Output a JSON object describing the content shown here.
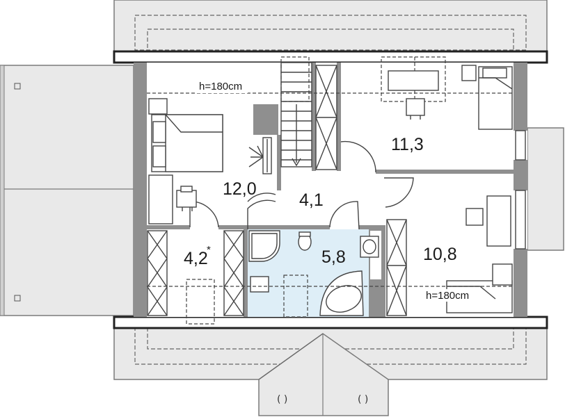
{
  "rooms": [
    {
      "id": "bedroom-left",
      "area": "12,0"
    },
    {
      "id": "hall",
      "area": "4,1"
    },
    {
      "id": "closet",
      "area": "4,2",
      "mark": "*"
    },
    {
      "id": "bathroom",
      "area": "5,8"
    },
    {
      "id": "bedroom-top-right",
      "area": "11,3"
    },
    {
      "id": "bedroom-bottom-right",
      "area": "10,8"
    }
  ],
  "ceiling_heights": [
    {
      "id": "top",
      "label": "h=180cm"
    },
    {
      "id": "bottom",
      "label": "h=180cm"
    }
  ],
  "colors": {
    "wall": "#8f8f8f",
    "roof": "#e9e9e9",
    "bathroom_fill": "#deeef7"
  }
}
